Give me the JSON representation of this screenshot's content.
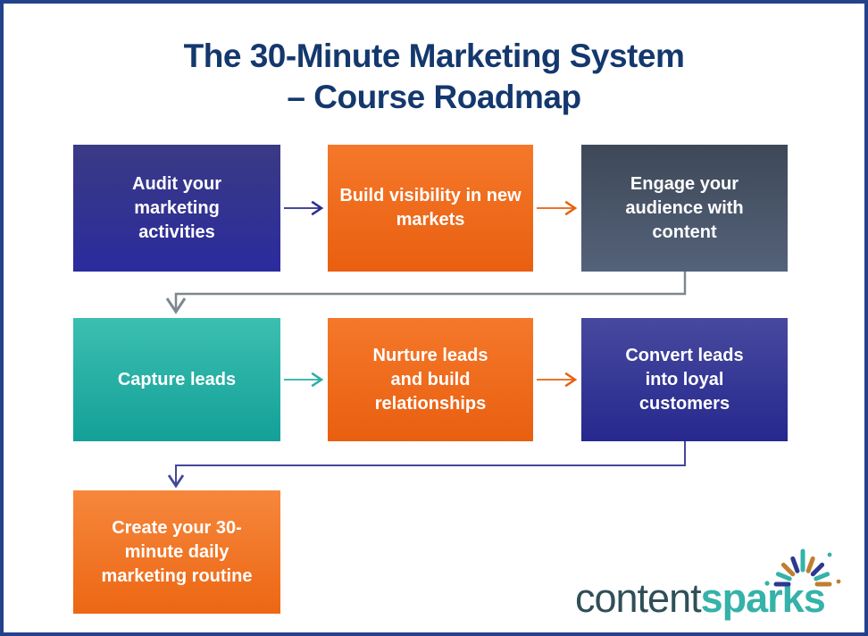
{
  "page": {
    "title_line1": "The 30-Minute Marketing System",
    "title_line2": "– Course Roadmap",
    "title_color": "#14386E",
    "border_color": "#24418C",
    "background_color": "#FFFFFF"
  },
  "diagram": {
    "boxes": [
      {
        "label": "Audit your marketing activities",
        "color_top": "#3A3A84",
        "color_bottom": "#2B2B9E"
      },
      {
        "label": "Build visibility in new markets",
        "color_top": "#F5782A",
        "color_bottom": "#E95F10"
      },
      {
        "label": "Engage your audience with content",
        "color_top": "#3E4857",
        "color_bottom": "#54627A"
      },
      {
        "label": "Capture leads",
        "color_top": "#3CBFB0",
        "color_bottom": "#13A098"
      },
      {
        "label": "Nurture leads and build relationships",
        "color_top": "#F5782A",
        "color_bottom": "#E95F10"
      },
      {
        "label": "Convert leads into loyal customers",
        "color_top": "#47499E",
        "color_bottom": "#26288E"
      },
      {
        "label": "Create your 30-minute daily marketing routine",
        "color_top": "#F6873C",
        "color_bottom": "#EC6714"
      }
    ],
    "connectors": [
      {
        "name": "audit-to-build-visibility",
        "color": "#2B2E8C"
      },
      {
        "name": "build-visibility-to-engage",
        "color": "#E8610F"
      },
      {
        "name": "engage-to-capture-leads",
        "color": "#7E878E"
      },
      {
        "name": "capture-to-nurture",
        "color": "#2BAEA4"
      },
      {
        "name": "nurture-to-convert",
        "color": "#E8610F"
      },
      {
        "name": "convert-to-routine",
        "color": "#44479B"
      }
    ]
  },
  "logo": {
    "text_left": "content",
    "text_right": "sparks",
    "text_left_color": "#2F4F57",
    "text_right_color": "#35B2A9",
    "spark_colors": [
      "#35B2A9",
      "#2B3990",
      "#C07F2F"
    ]
  }
}
